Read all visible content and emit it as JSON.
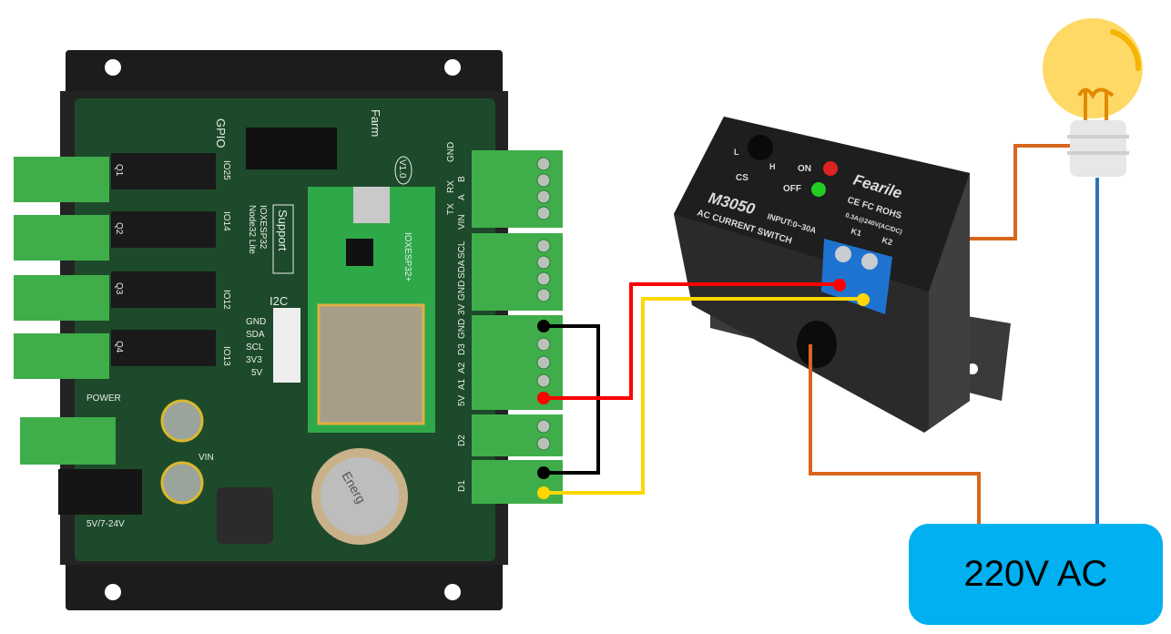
{
  "board": {
    "brand": "Farm",
    "version": "V1.0",
    "gpio_label": "GPIO",
    "support_label": "Support",
    "support_lines": [
      "IOXESP32",
      "Node32 Lite"
    ],
    "module_label": "IOXESP32+",
    "i2c_label": "I2C",
    "i2c_pins": [
      "GND",
      "SDA",
      "SCL",
      "3V3",
      "5V"
    ],
    "relays": [
      "Q1",
      "Q2",
      "Q3",
      "Q4"
    ],
    "relay_io": [
      "IO25",
      "IO14",
      "IO12",
      "IO13"
    ],
    "power_label": "POWER",
    "power_input": "5V/7-24V",
    "vin_label": "VIN",
    "terminal_top": [
      "GND",
      "B",
      "A",
      "VIN"
    ],
    "terminal_uart": [
      "RX",
      "TX"
    ],
    "terminal_i2c": [
      "SCL",
      "SDA",
      "GND",
      "3V"
    ],
    "terminal_analog": [
      "GND",
      "D3",
      "A2",
      "A1",
      "5V"
    ],
    "terminal_d2": "D2",
    "terminal_d1": "D1",
    "battery_label": "Energ"
  },
  "sensor": {
    "model": "M3050",
    "input": "INPUT:0~30A",
    "name": "AC CURRENT SWITCH",
    "brand": "Fearile",
    "certs": "CE FC ROHS",
    "rating": "0.3A@240V(AC/DC)",
    "k1": "K1",
    "k2": "K2",
    "on": "ON",
    "off": "OFF",
    "cs": "CS",
    "l": "L",
    "h": "H"
  },
  "power_source": {
    "label": "220V AC"
  },
  "wires": {
    "colors": {
      "black": "#000000",
      "red": "#ff0000",
      "yellow": "#ffd700",
      "orange": "#d7661c",
      "blue": "#2e75b6"
    },
    "connections": [
      {
        "from": "board GND",
        "to": "board D1 terminal GND",
        "color": "black"
      },
      {
        "from": "board 5V",
        "to": "sensor K1",
        "color": "red"
      },
      {
        "from": "board D1",
        "to": "sensor K2",
        "color": "yellow"
      }
    ]
  }
}
